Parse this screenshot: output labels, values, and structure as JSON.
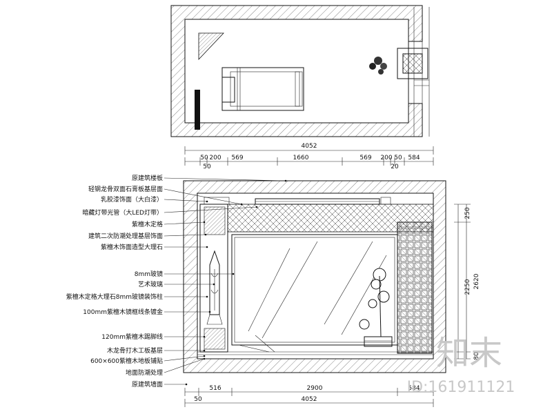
{
  "plan": {
    "total_width_label": "4052"
  },
  "elevation": {
    "top_dims": [
      "50",
      "200",
      "569",
      "1660",
      "569",
      "200",
      "50",
      "584"
    ],
    "top_dims_sub": [
      "50",
      "20"
    ],
    "bottom_dims": [
      "516",
      "2900",
      "584"
    ],
    "bottom_start": "50",
    "total_width_label": "4052",
    "right_dims": [
      "250",
      "2250",
      "2620"
    ],
    "right_small": "80",
    "labels": [
      "原建筑楼板",
      "轻钢龙骨双面石膏板基层面",
      "乳胶漆饰面（大白漆）",
      "暗藏灯带光管（大LED灯带）",
      "紫檀木定格",
      "建筑二次防潮处理基层饰面",
      "紫檀木饰面造型大理石",
      "8mm玻镜",
      "艺术玻璃",
      "紫檀木定格大理石8mm玻镜装饰柱",
      "100mm紫檀木镜框线条镀金",
      "120mm紫檀木踢脚线",
      "木龙骨打木工板基层",
      "600×600紫檀木地板铺贴",
      "地面防潮处理",
      "原建筑墙面"
    ]
  },
  "watermark": {
    "brand": "知末",
    "id_text": "ID:161911121"
  }
}
